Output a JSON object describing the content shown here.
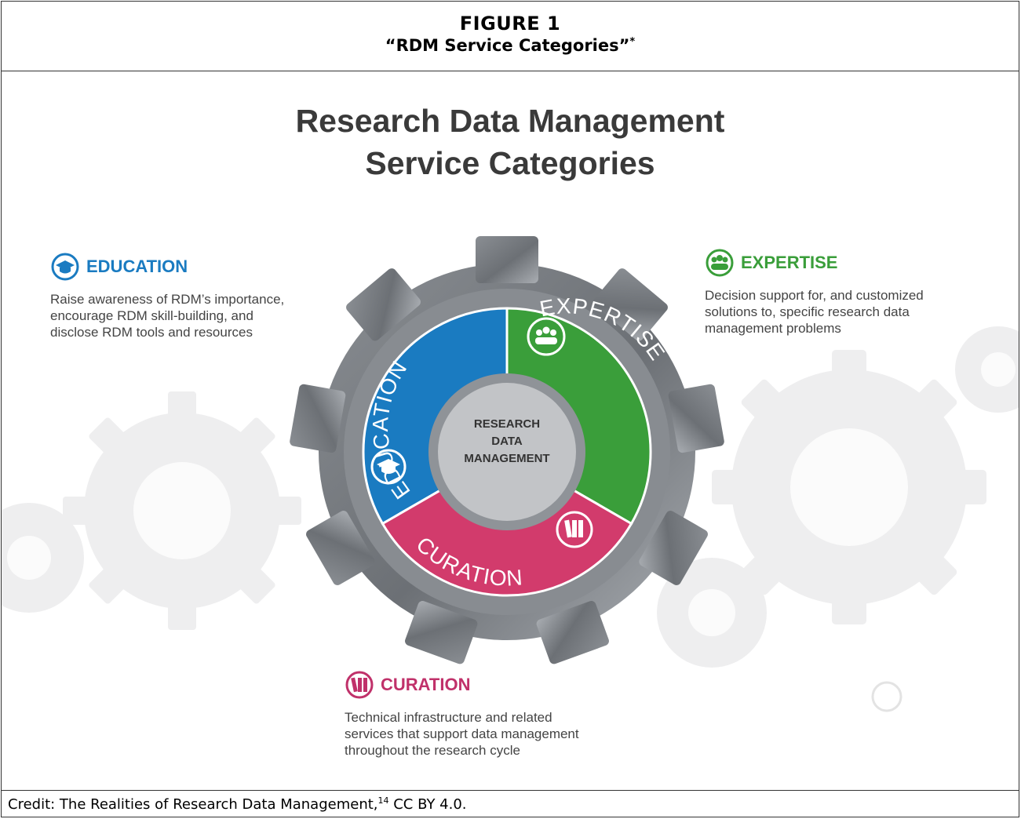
{
  "figure": {
    "number": "FIGURE 1",
    "title": "“RDM Service Categories”",
    "title_mark": "*"
  },
  "diagram": {
    "title_line1": "Research Data Management",
    "title_line2": "Service Categories",
    "center_label": [
      "RESEARCH",
      "DATA",
      "MANAGEMENT"
    ],
    "ring": {
      "education": "EDUCATION",
      "expertise": "EXPERTISE",
      "curation": "CURATION"
    },
    "colors": {
      "education": "#1a7bc1",
      "expertise": "#3a9e3a",
      "curation": "#d23b6c",
      "gear": "#6f7378",
      "hub": "#c2c4c7",
      "title": "#3a3a3a"
    },
    "icons": {
      "education": "graduation-cap-icon",
      "expertise": "people-group-icon",
      "curation": "books-icon"
    },
    "blocks": {
      "education": {
        "label": "EDUCATION",
        "lines": [
          "Raise awareness of RDM’s importance,",
          "encourage RDM skill-building, and",
          "disclose RDM tools and resources"
        ]
      },
      "expertise": {
        "label": "EXPERTISE",
        "lines": [
          "Decision support for, and customized",
          "solutions to, specific research data",
          "management problems"
        ]
      },
      "curation": {
        "label": "CURATION",
        "lines": [
          "Technical infrastructure and related",
          "services that support data management",
          "throughout the research cycle"
        ]
      }
    }
  },
  "credit": {
    "text": "Credit: The Realities of Research Data Management,",
    "ref": "14",
    "license": " CC BY 4.0."
  }
}
